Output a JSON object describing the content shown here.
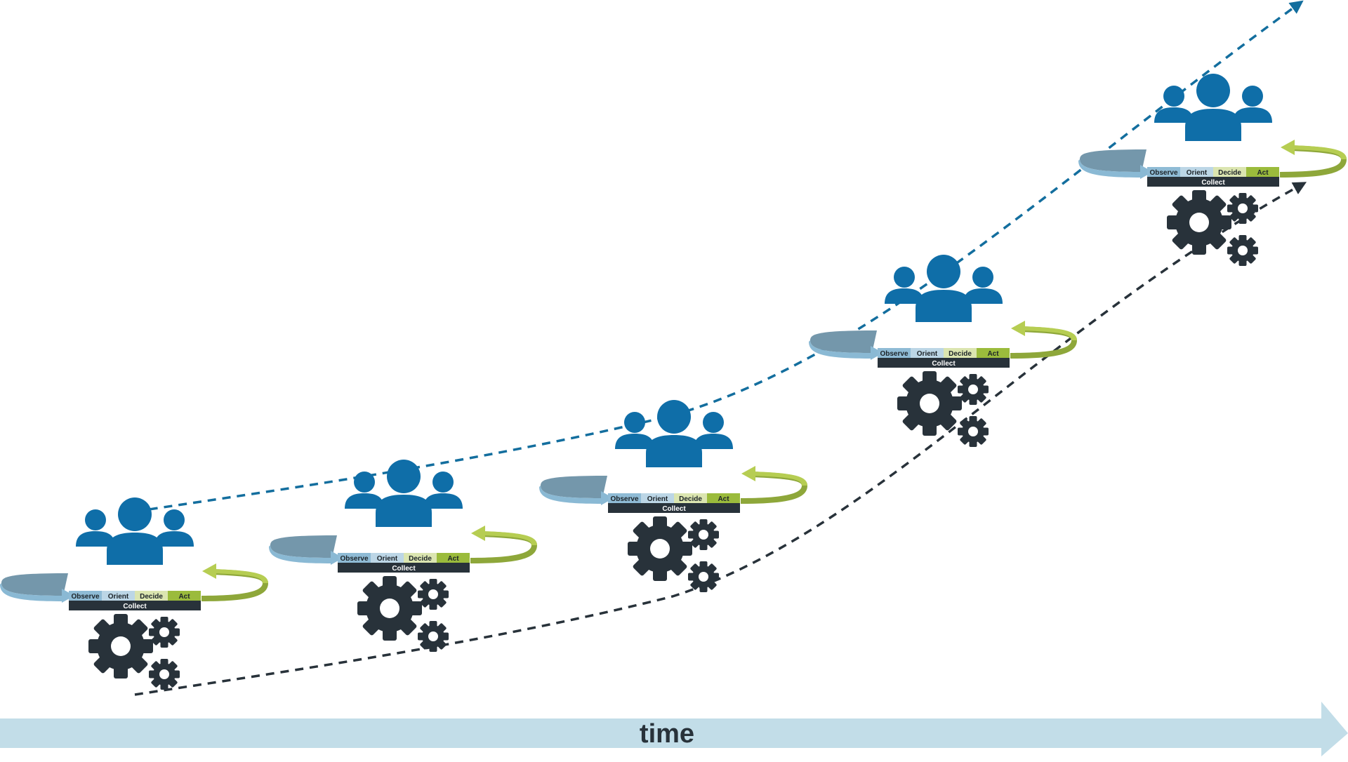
{
  "stage_labels": {
    "observe": "Observe",
    "orient": "Orient",
    "decide": "Decide",
    "act": "Act",
    "collect": "Collect"
  },
  "axis": {
    "label": "time"
  },
  "cycle_count": 5,
  "colors": {
    "people": "#0f6ea8",
    "gears": "#28323a",
    "observe": "#8fbbd5",
    "orient": "#bcd6e6",
    "decide": "#dbe5b0",
    "act": "#9bbb3c",
    "collect": "#28323a",
    "arrow_left": "#8ab9d4",
    "arrow_right": "#8ea73a",
    "time_bar": "#c2dde8",
    "people_trend": "#136e9e",
    "system_trend": "#28323a"
  },
  "icons": [
    "people-group-icon",
    "gears-icon",
    "arrow-icon"
  ]
}
